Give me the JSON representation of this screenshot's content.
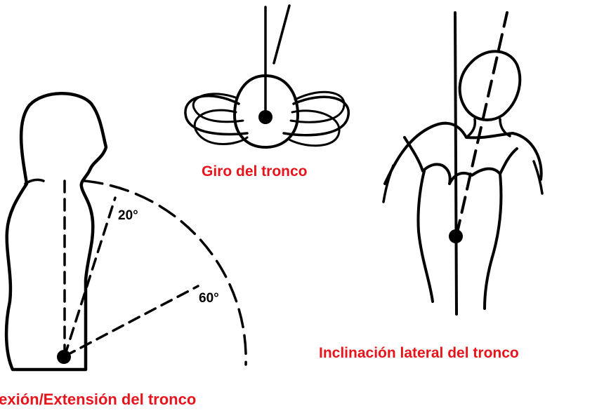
{
  "captions": {
    "trunk_rotation": "Giro del tronco",
    "lateral_inclination": "Inclinación lateral del tronco",
    "flexion_extension": "lexión/Extensión del tronco"
  },
  "angles": {
    "first": "20°",
    "second": "60°"
  },
  "colors": {
    "caption": "#e8141c",
    "line": "#000000",
    "background": "#ffffff"
  }
}
